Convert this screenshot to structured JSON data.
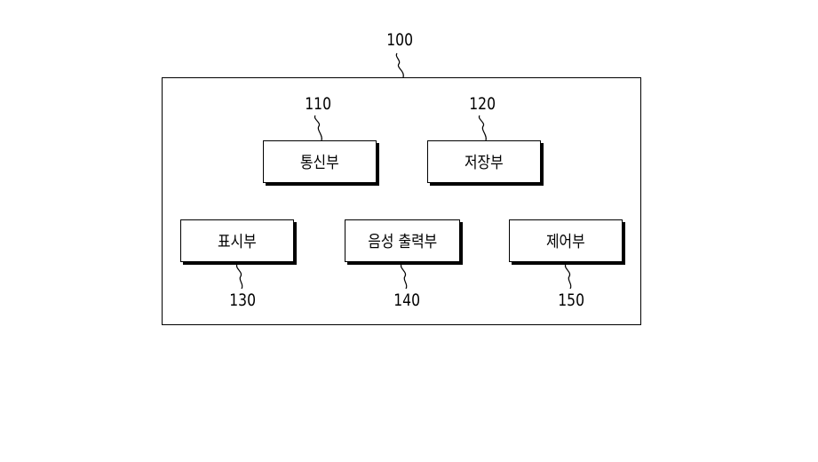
{
  "system": {
    "ref": "100"
  },
  "modules": [
    {
      "id": "communication",
      "ref": "110",
      "label": "통신부"
    },
    {
      "id": "storage",
      "ref": "120",
      "label": "저장부"
    },
    {
      "id": "display",
      "ref": "130",
      "label": "표시부"
    },
    {
      "id": "audio-output",
      "ref": "140",
      "label": "음성 출력부"
    },
    {
      "id": "control",
      "ref": "150",
      "label": "제어부"
    }
  ]
}
